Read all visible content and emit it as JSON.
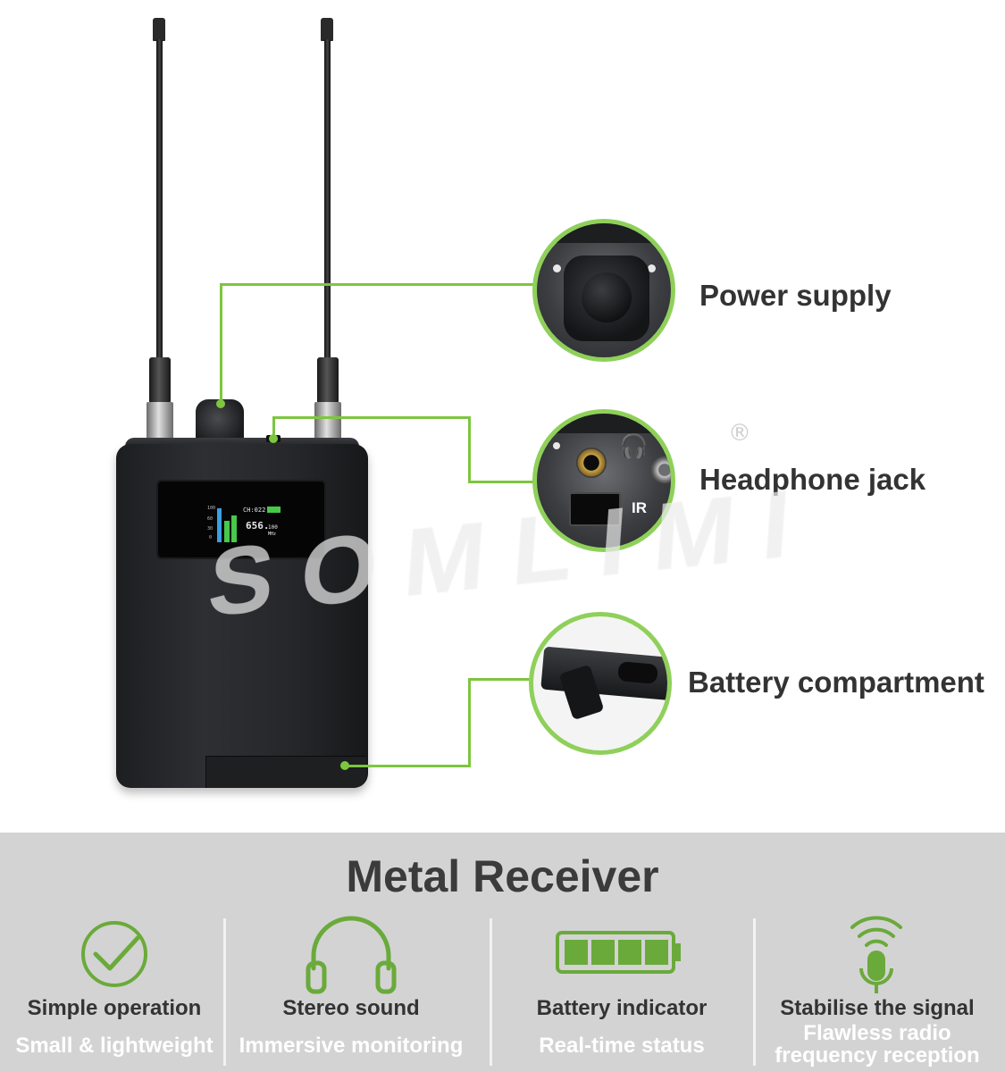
{
  "product": {
    "screen": {
      "channel": "CH:022",
      "frequency": "656.",
      "frequency_decimals": "100",
      "unit": "MHz",
      "level_ticks": [
        "100",
        "60",
        "30",
        "0"
      ]
    },
    "watermark": "SOMLIMI",
    "registered_mark": "®"
  },
  "callouts": [
    {
      "label": "Power supply"
    },
    {
      "label": "Headphone jack"
    },
    {
      "label": "Battery compartment"
    }
  ],
  "headphone_zoom": {
    "ir_label": "IR"
  },
  "panel": {
    "title": "Metal Receiver",
    "features": [
      {
        "icon": "check-circle-icon",
        "title": "Simple operation",
        "subtitle": "Small & lightweight"
      },
      {
        "icon": "headphones-icon",
        "title": "Stereo sound",
        "subtitle": "Immersive monitoring"
      },
      {
        "icon": "battery-icon",
        "title": "Battery indicator",
        "subtitle": "Real-time status"
      },
      {
        "icon": "microphone-signal-icon",
        "title": "Stabilise the signal",
        "subtitle": "Flawless radio\nfrequency reception"
      }
    ]
  },
  "colors": {
    "accent_green": "#7dc63f",
    "panel_gray": "#d3d3d3",
    "text_dark": "#333333"
  }
}
